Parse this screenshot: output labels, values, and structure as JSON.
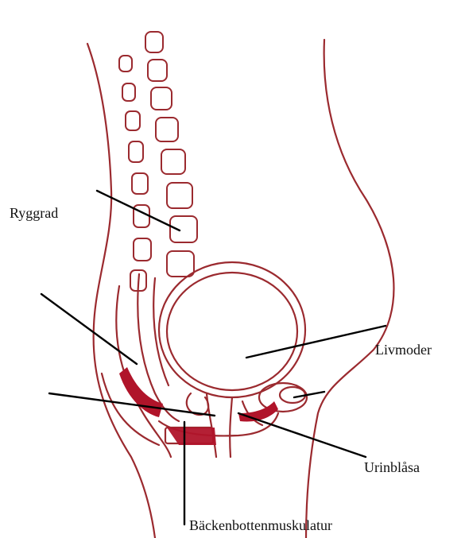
{
  "labels": {
    "spine": "Ryggrad",
    "uterus": "Livmoder",
    "bladder": "Urinblåsa",
    "pelvic_floor": "Bäckenbottenmuskulatur"
  },
  "colors": {
    "outline": "#9b2a2f",
    "muscle": "#b0142a",
    "leader": "#000000"
  }
}
